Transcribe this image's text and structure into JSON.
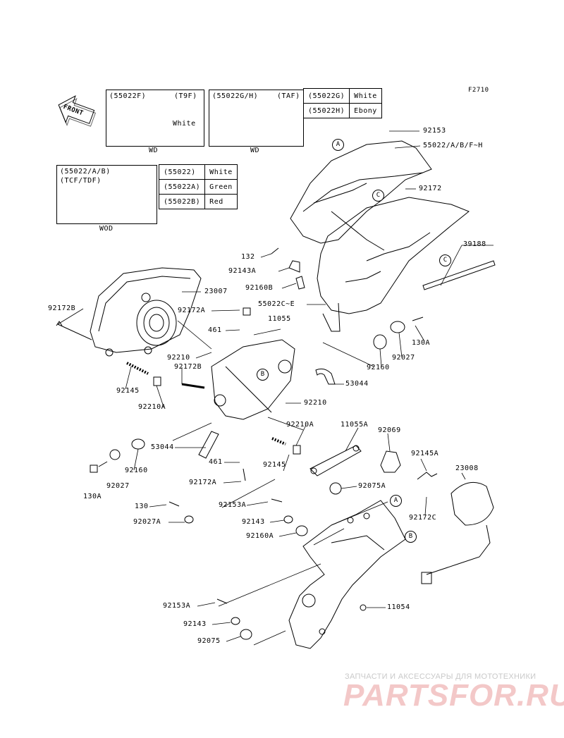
{
  "figure_code": "F2710",
  "front_label": "FRONT",
  "variant_boxes": [
    {
      "code": "(55022F)",
      "model": "(T9F)",
      "color": "White",
      "caption": "WD"
    },
    {
      "code": "(55022G/H)",
      "model": "(TAF)",
      "caption": "WD"
    },
    {
      "code": "(55022/A/B)",
      "model": "(TCF/TDF)",
      "caption": "WOD"
    }
  ],
  "color_table_top": [
    {
      "code": "(55022G)",
      "color": "White"
    },
    {
      "code": "(55022H)",
      "color": "Ebony"
    }
  ],
  "color_table_mid": [
    {
      "code": "(55022)",
      "color": "White"
    },
    {
      "code": "(55022A)",
      "color": "Green"
    },
    {
      "code": "(55022B)",
      "color": "Red"
    }
  ],
  "part_labels": [
    "92153",
    "55022/A/B/F~H",
    "92172",
    "39188",
    "132",
    "92143A",
    "92160B",
    "55022C~E",
    "23007",
    "92172B",
    "92172A",
    "461",
    "11055",
    "92210",
    "92172B",
    "130A",
    "92027",
    "92160",
    "53044",
    "92145",
    "92210A",
    "92210",
    "92210A",
    "11055A",
    "92069",
    "92145A",
    "23008",
    "53044",
    "461",
    "92145",
    "92075A",
    "92172A",
    "92160",
    "92027",
    "130A",
    "130",
    "92153A",
    "92027A",
    "92143",
    "92160A",
    "92172C",
    "92153A",
    "11054",
    "92143",
    "92075"
  ],
  "callouts": [
    "A",
    "C",
    "C",
    "B",
    "B",
    "A"
  ],
  "watermark": {
    "line1": "ЗАПЧАСТИ И АКСЕССУАРЫ ДЛЯ МОТОТЕХНИКИ",
    "line2": "PARTSFOR.RU"
  }
}
